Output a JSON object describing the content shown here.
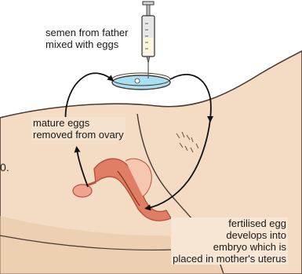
{
  "labels": {
    "semen": [
      "semen from father",
      "mixed with eggs"
    ],
    "eggs": [
      "mature eggs",
      "removed from ovary"
    ],
    "fertilised": [
      "fertilised egg",
      "develops into",
      "embryo which is",
      "placed in mother's uterus"
    ]
  },
  "stray_mark": "0.",
  "colors": {
    "skin": "#f3dcc3",
    "skin_shade": "#e9c6a6",
    "outline": "#4a3a30",
    "uterus": "#e07e65",
    "uterus_dark": "#b5533d",
    "dish_fluid": "#a9dff2",
    "syringe": "#d9d9d9",
    "arrow": "#111111"
  }
}
